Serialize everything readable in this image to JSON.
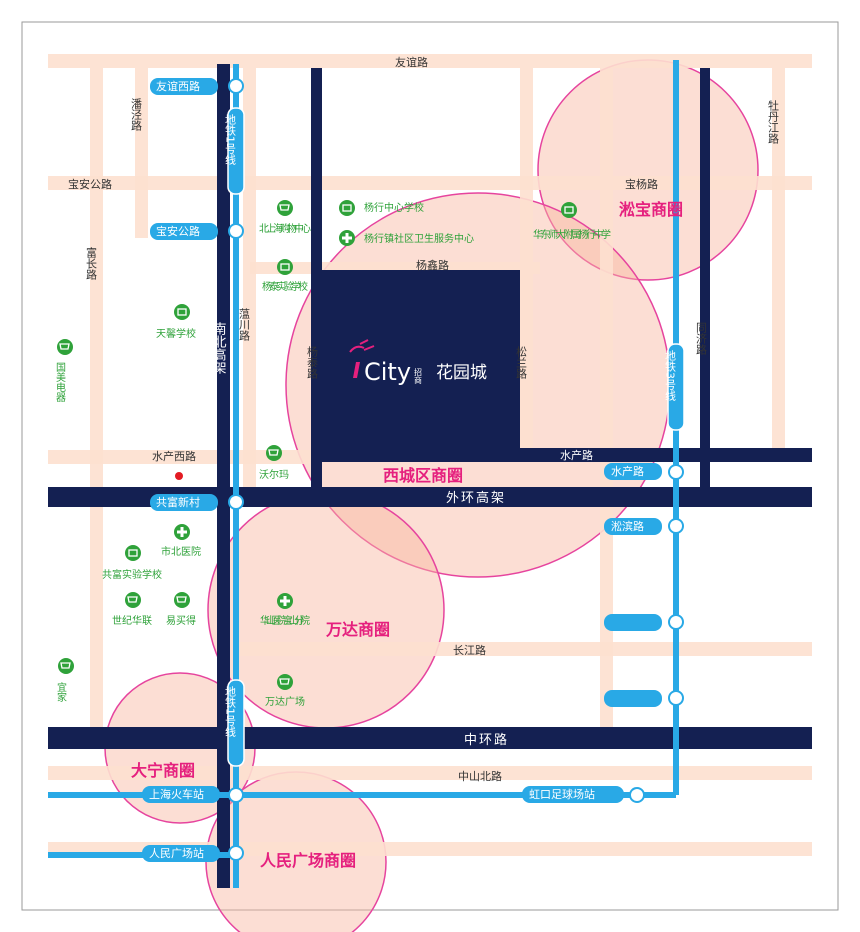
{
  "colors": {
    "road": "#fde0cf",
    "highway": "#142052",
    "metro": "#29a9e6",
    "zone_fill": "#f9b6a0",
    "zone_stroke": "#e6449e",
    "poi": "#2fa23a",
    "accent": "#e5207e"
  },
  "roads": {
    "youyi": "友谊路",
    "baoyang": "宝杨路",
    "baoan": "宝安公路",
    "panjing": "潘泾路",
    "fuchang": "富长路",
    "mudanjiang": "牡丹江路",
    "yangxin": "杨鑫路",
    "yangtai": "杨泰路",
    "songlan": "松兰路",
    "tongji": "同济路",
    "yunchuan": "蕰川路",
    "shuichan": "水产路",
    "shuichan_west": "水产西路",
    "changjiang": "长江路",
    "zhongshan_north": "中山北路",
    "waihuan": "外环高架",
    "zhonghuan": "中环路",
    "nanbei": "南北高架"
  },
  "metro_lines": {
    "line1_top": "地铁1号线",
    "line1_bottom": "地铁1号线",
    "line3": "地铁3号线"
  },
  "stations": {
    "youyi_west": "友谊西路",
    "baoan": "宝安公路",
    "gongfu": "共富新村",
    "shuichan": "水产路",
    "songbin": "淞滨路",
    "shanghai_station": "上海火车站",
    "renmin_square": "人民广场站",
    "hongkou": "虹口足球场站"
  },
  "pois": {
    "yanghang_school": "杨行中心学校",
    "yanghang_clinic": "杨行镇社区卫生服务中心",
    "beishanghai_mall": "北上海购物中心",
    "yangtai_school": "杨泰实验学校",
    "tianxin_school": "天馨学校",
    "guomei": "国美电器",
    "walmart": "沃尔玛",
    "huadong_school": "华东师大附属杨行中学",
    "shibei_hospital": "市北医院",
    "gongfu_school": "共富实验学校",
    "shiji_hualian": "世纪华联",
    "yimaide": "易买得",
    "huashan_hospital": "华山医院宝山分院",
    "wanda_plaza": "万达广场",
    "ikea": "宜家"
  },
  "zones": {
    "songbao": "淞宝商圈",
    "xicheng": "西城区商圈",
    "wanda": "万达商圈",
    "daning": "大宁商圈",
    "renmin": "人民广场商圈"
  },
  "site": {
    "brand": "City",
    "tag": "招商",
    "name": "花园城"
  }
}
